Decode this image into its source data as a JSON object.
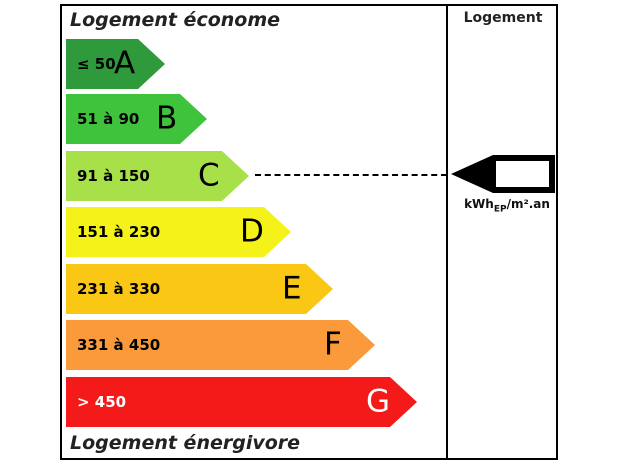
{
  "header": {
    "top_title": "Logement économe",
    "bottom_title": "Logement énergivore",
    "column_title": "Logement"
  },
  "marker": {
    "unit_main": "kWh",
    "unit_sub": "EP",
    "unit_tail": "/m².an",
    "value": "",
    "points_to_class": "C"
  },
  "bands": [
    {
      "range": "≤ 50",
      "letter": "A",
      "color": "#2e9a3b",
      "text_color": "#000000"
    },
    {
      "range": "51 à 90",
      "letter": "B",
      "color": "#3fc23c",
      "text_color": "#000000"
    },
    {
      "range": "91 à 150",
      "letter": "C",
      "color": "#a8e04a",
      "text_color": "#000000"
    },
    {
      "range": "151 à 230",
      "letter": "D",
      "color": "#f5f219",
      "text_color": "#000000"
    },
    {
      "range": "231 à 330",
      "letter": "E",
      "color": "#fbc715",
      "text_color": "#000000"
    },
    {
      "range": "331 à 450",
      "letter": "F",
      "color": "#fa9a3a",
      "text_color": "#000000"
    },
    {
      "range": "> 450",
      "letter": "G",
      "color": "#f41a1a",
      "text_color": "#ffffff"
    }
  ]
}
